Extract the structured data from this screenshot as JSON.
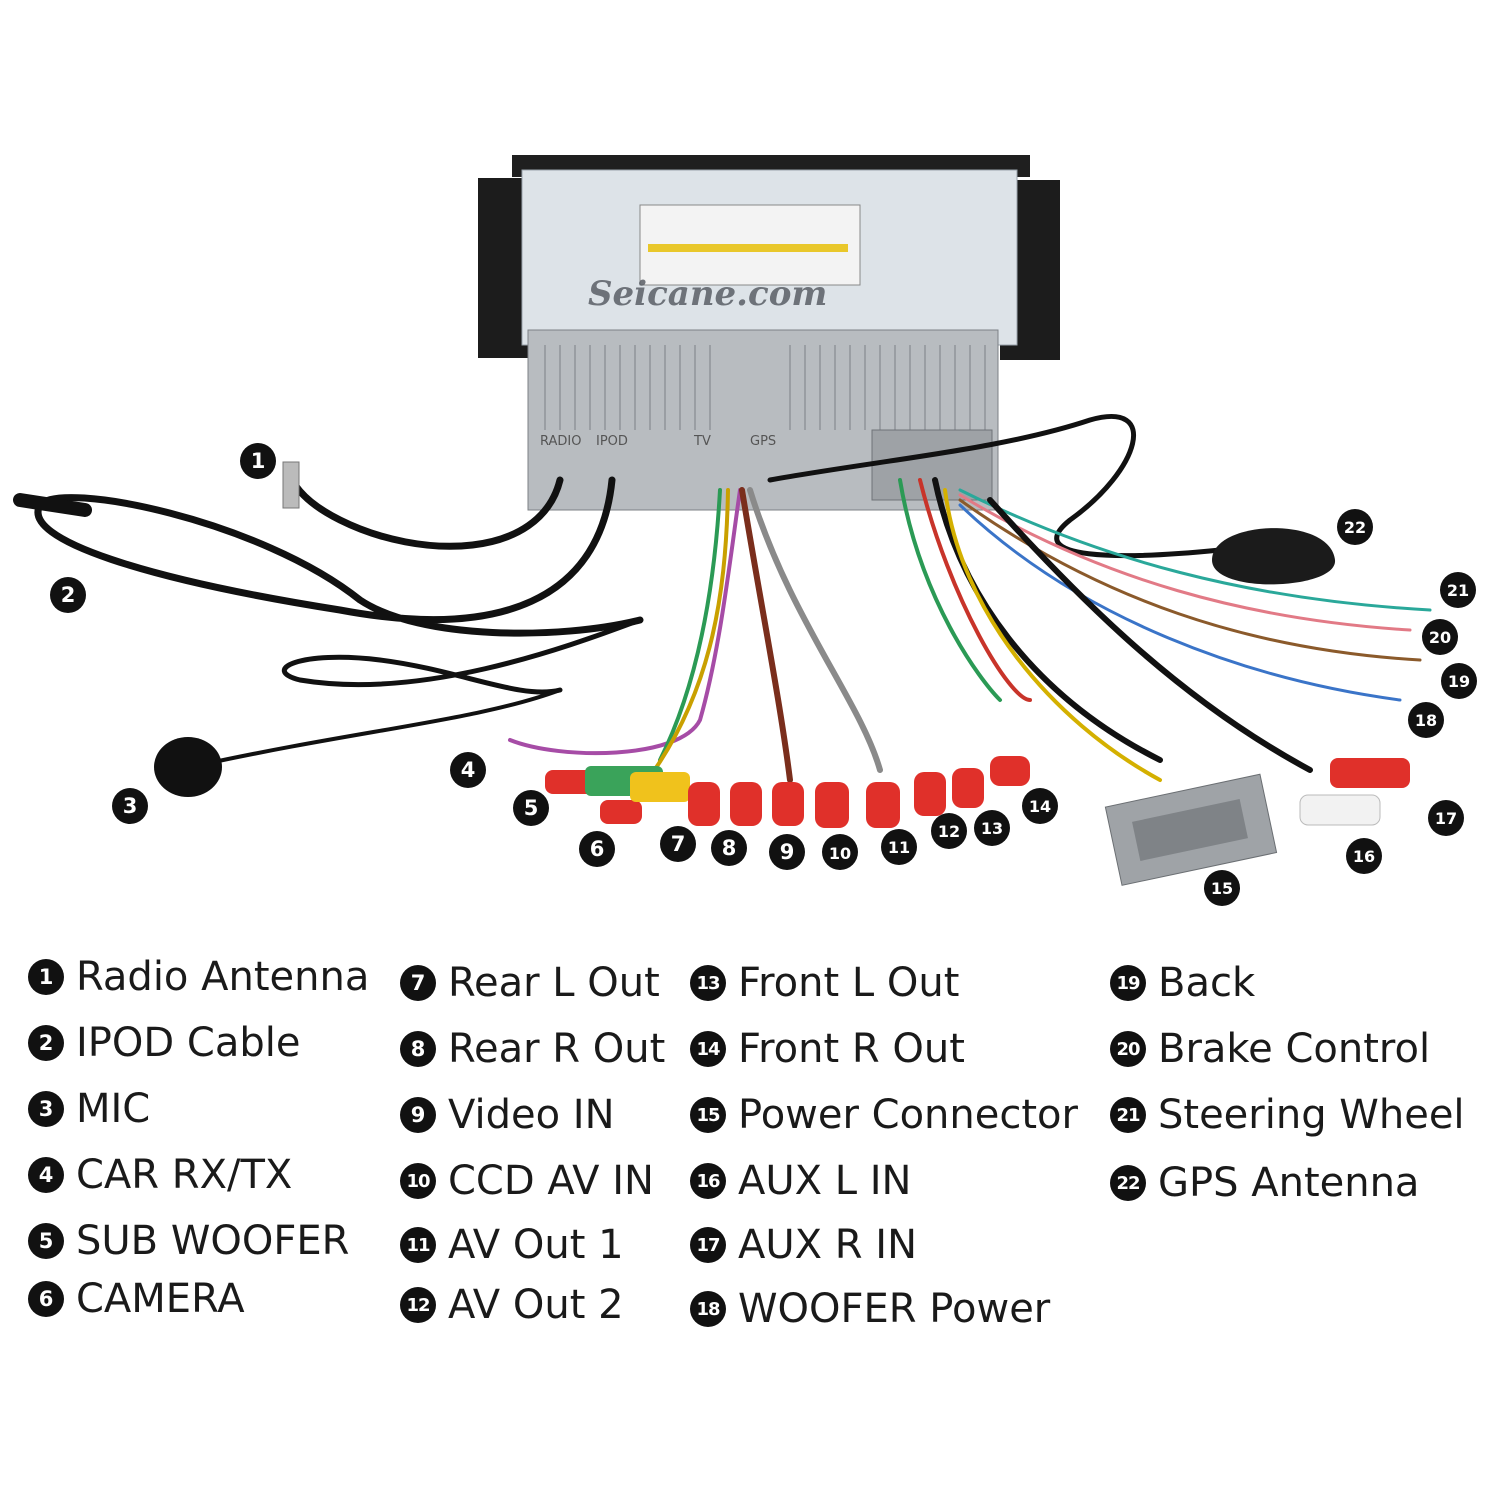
{
  "watermark": "Seicane.com",
  "unit_port_labels": [
    "RADIO",
    "IPOD",
    "TV",
    "GPS"
  ],
  "callouts": [
    "1",
    "2",
    "3",
    "4",
    "5",
    "6",
    "7",
    "8",
    "9",
    "10",
    "11",
    "12",
    "13",
    "14",
    "15",
    "16",
    "17",
    "18",
    "19",
    "20",
    "21",
    "22"
  ],
  "legend": [
    {
      "num": "1",
      "label": "Radio Antenna"
    },
    {
      "num": "2",
      "label": "IPOD Cable"
    },
    {
      "num": "3",
      "label": "MIC"
    },
    {
      "num": "4",
      "label": "CAR RX/TX"
    },
    {
      "num": "5",
      "label": "SUB WOOFER"
    },
    {
      "num": "6",
      "label": "CAMERA"
    },
    {
      "num": "7",
      "label": "Rear L Out"
    },
    {
      "num": "8",
      "label": "Rear R Out"
    },
    {
      "num": "9",
      "label": "Video IN"
    },
    {
      "num": "10",
      "label": "CCD AV IN"
    },
    {
      "num": "11",
      "label": "AV Out 1"
    },
    {
      "num": "12",
      "label": "AV Out 2"
    },
    {
      "num": "13",
      "label": "Front L Out"
    },
    {
      "num": "14",
      "label": "Front R Out"
    },
    {
      "num": "15",
      "label": "Power Connector"
    },
    {
      "num": "16",
      "label": "AUX L IN"
    },
    {
      "num": "17",
      "label": "AUX R IN"
    },
    {
      "num": "18",
      "label": "WOOFER Power"
    },
    {
      "num": "19",
      "label": "Back"
    },
    {
      "num": "20",
      "label": "Brake Control"
    },
    {
      "num": "21",
      "label": "Steering Wheel"
    },
    {
      "num": "22",
      "label": "GPS Antenna"
    }
  ]
}
